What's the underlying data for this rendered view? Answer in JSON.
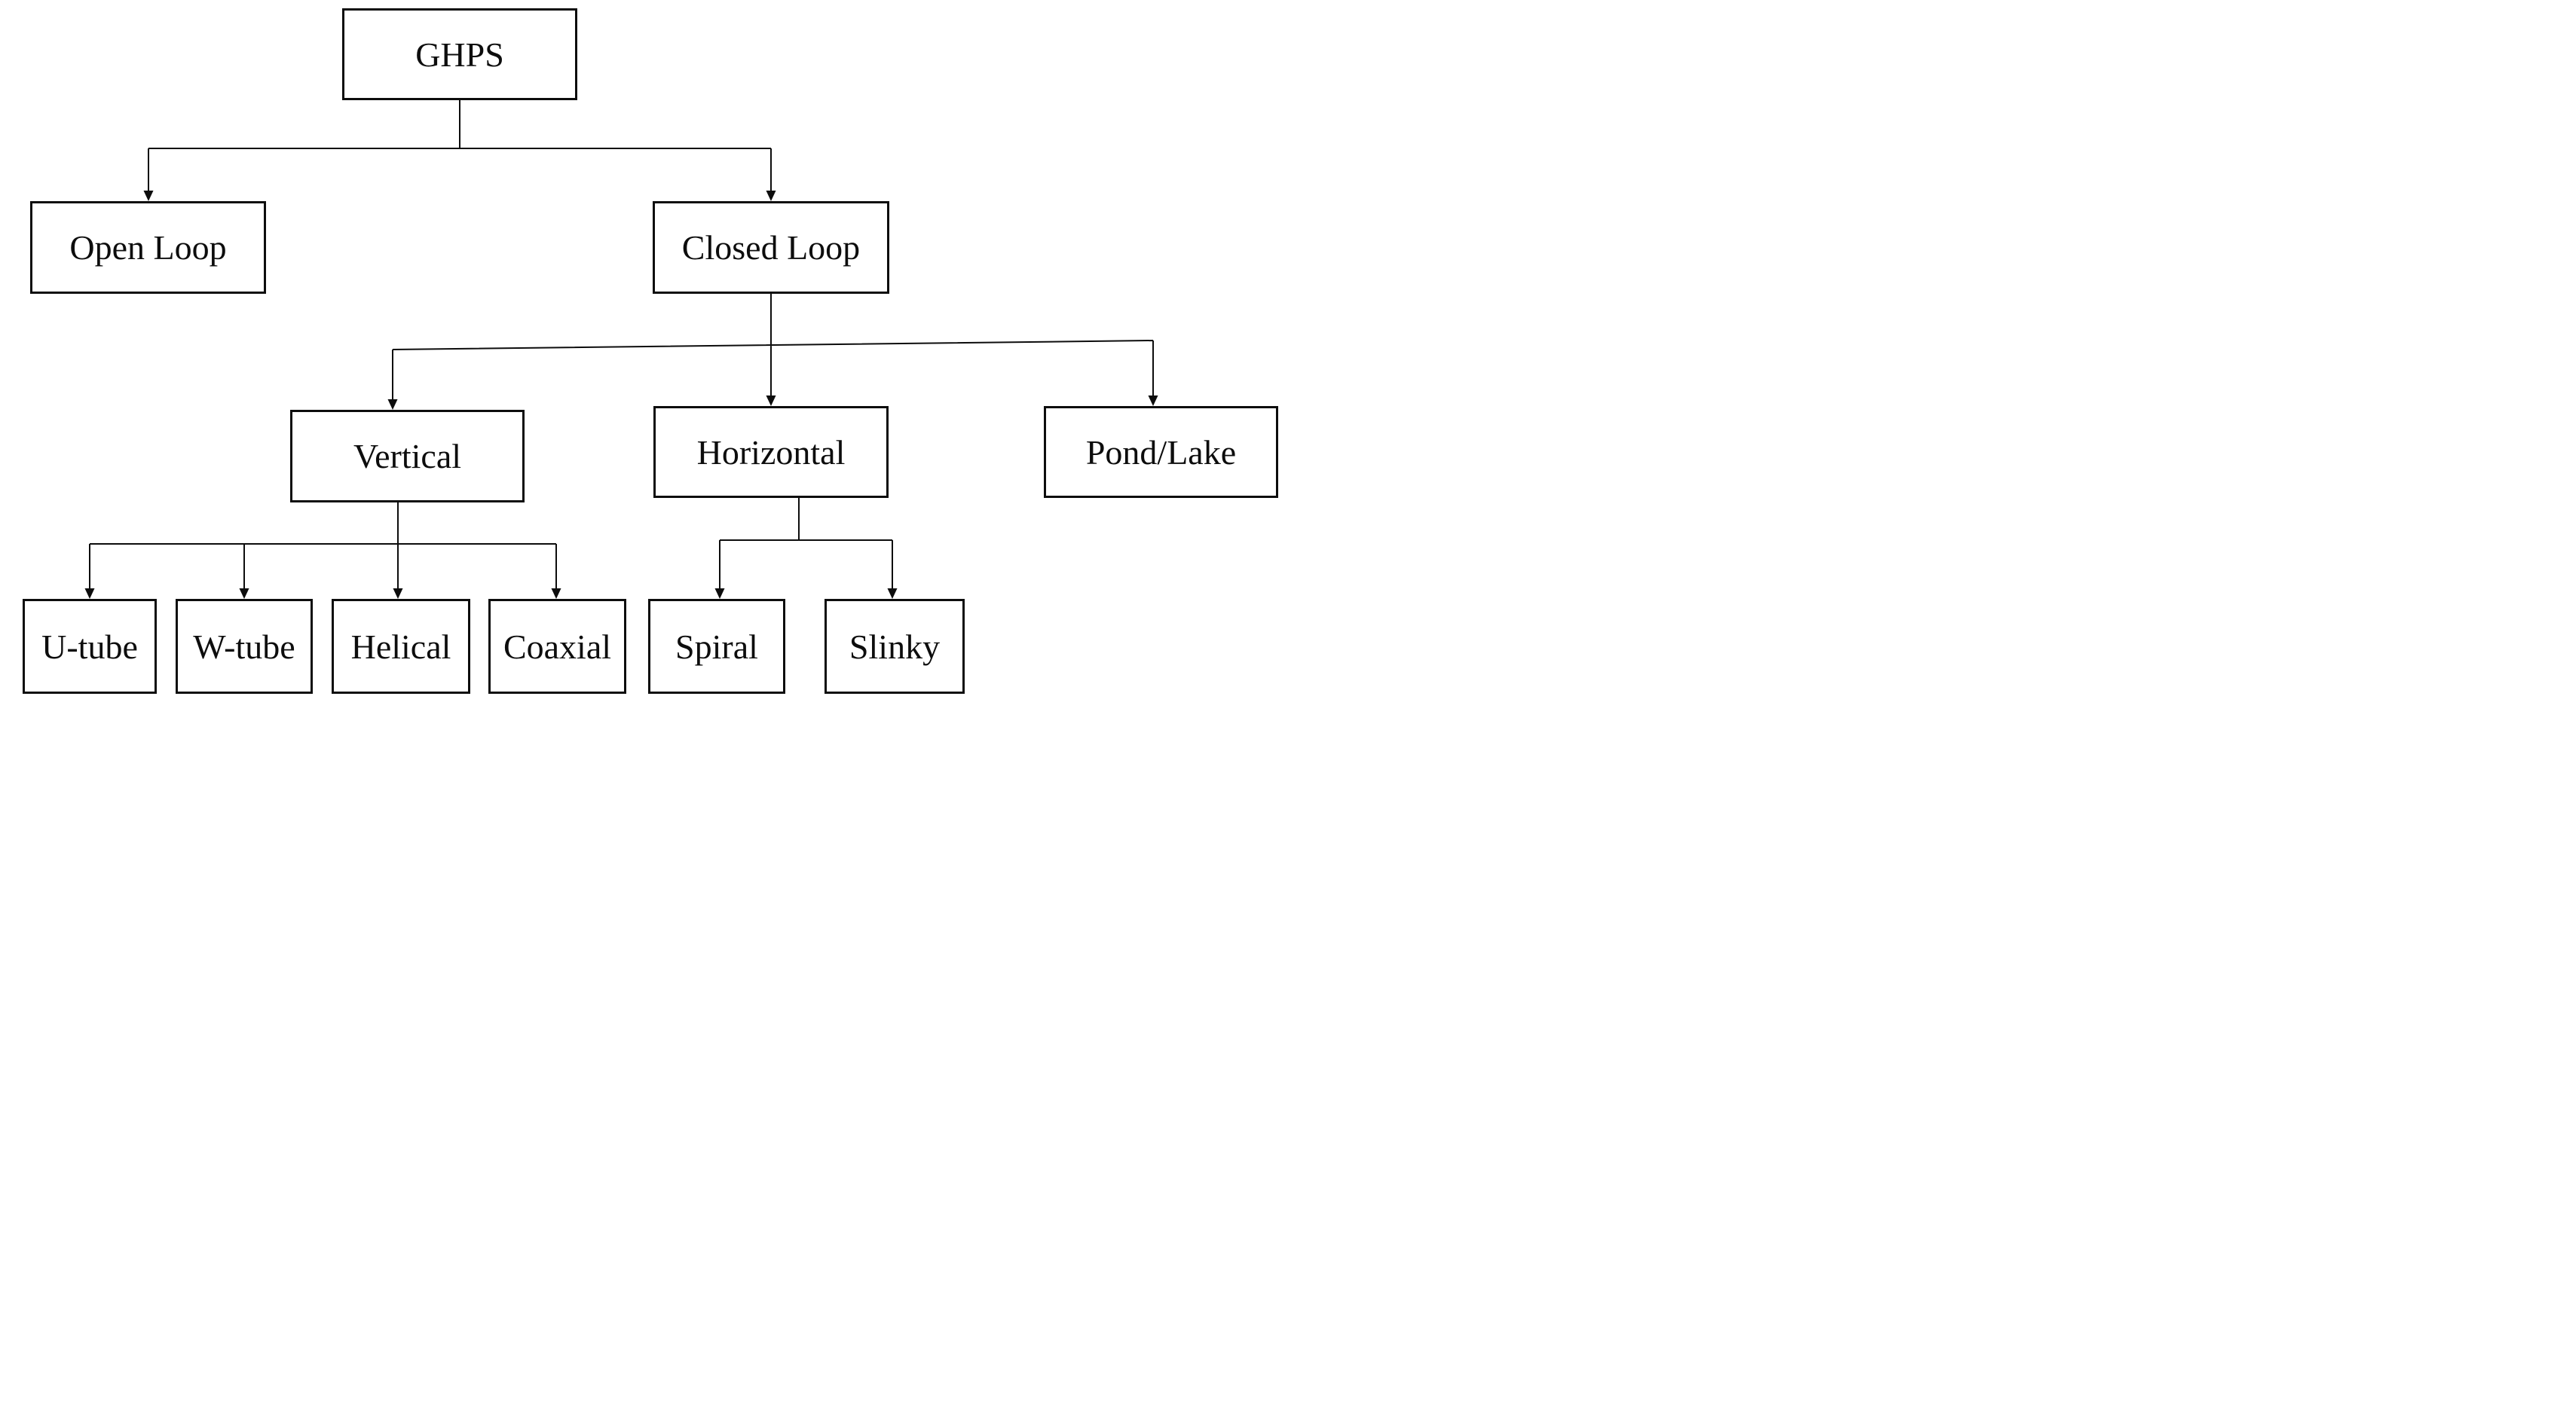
{
  "diagram": {
    "type": "tree",
    "description": "GHPS classification flowchart",
    "colors": {
      "background": "#ffffff",
      "box_border": "#0d0d0d",
      "text": "#0d0d0d",
      "connector": "#0d0d0d"
    },
    "nodes": {
      "ghps": {
        "label": "GHPS",
        "children": [
          "Open Loop",
          "Closed Loop"
        ]
      },
      "open_loop": {
        "label": "Open Loop",
        "children": []
      },
      "closed_loop": {
        "label": "Closed Loop",
        "children": [
          "Vertical",
          "Horizontal",
          "Pond/Lake"
        ]
      },
      "vertical": {
        "label": "Vertical",
        "children": [
          "U-tube",
          "W-tube",
          "Helical",
          "Coaxial"
        ]
      },
      "horizontal": {
        "label": "Horizontal",
        "children": [
          "Spiral",
          "Slinky"
        ]
      },
      "pond_lake": {
        "label": "Pond/Lake",
        "children": []
      },
      "u_tube": {
        "label": "U-tube",
        "children": []
      },
      "w_tube": {
        "label": "W-tube",
        "children": []
      },
      "helical": {
        "label": "Helical",
        "children": []
      },
      "coaxial": {
        "label": "Coaxial",
        "children": []
      },
      "spiral": {
        "label": "Spiral",
        "children": []
      },
      "slinky": {
        "label": "Slinky",
        "children": []
      }
    }
  }
}
